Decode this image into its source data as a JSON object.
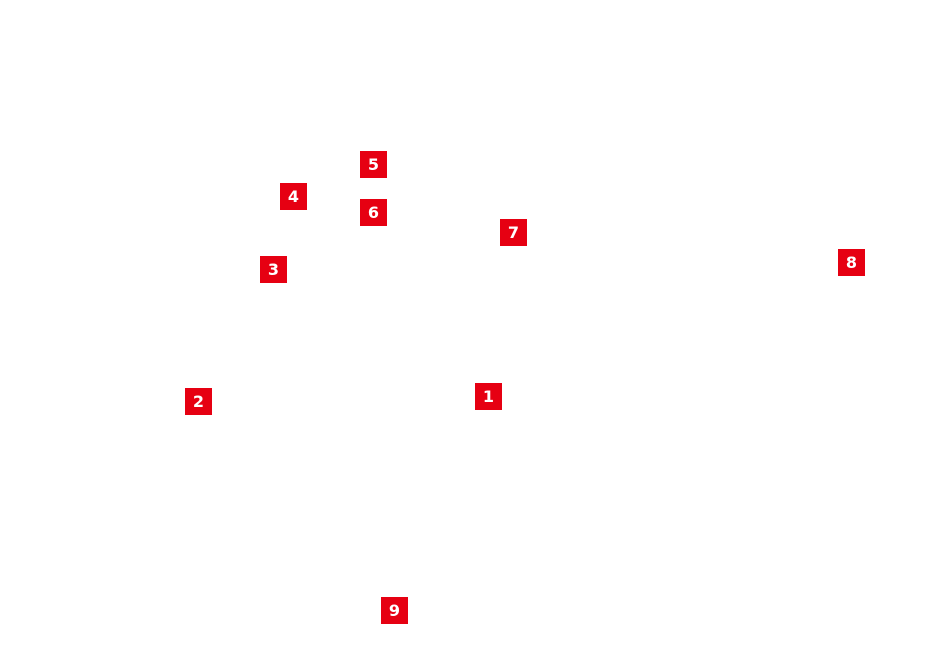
{
  "colors": {
    "background": "#ffffff",
    "marker": "#e60012",
    "marker_text": "#ffffff"
  },
  "markers": [
    {
      "label": "1"
    },
    {
      "label": "2"
    },
    {
      "label": "3"
    },
    {
      "label": "4"
    },
    {
      "label": "5"
    },
    {
      "label": "6"
    },
    {
      "label": "7"
    },
    {
      "label": "8"
    },
    {
      "label": "9"
    }
  ]
}
